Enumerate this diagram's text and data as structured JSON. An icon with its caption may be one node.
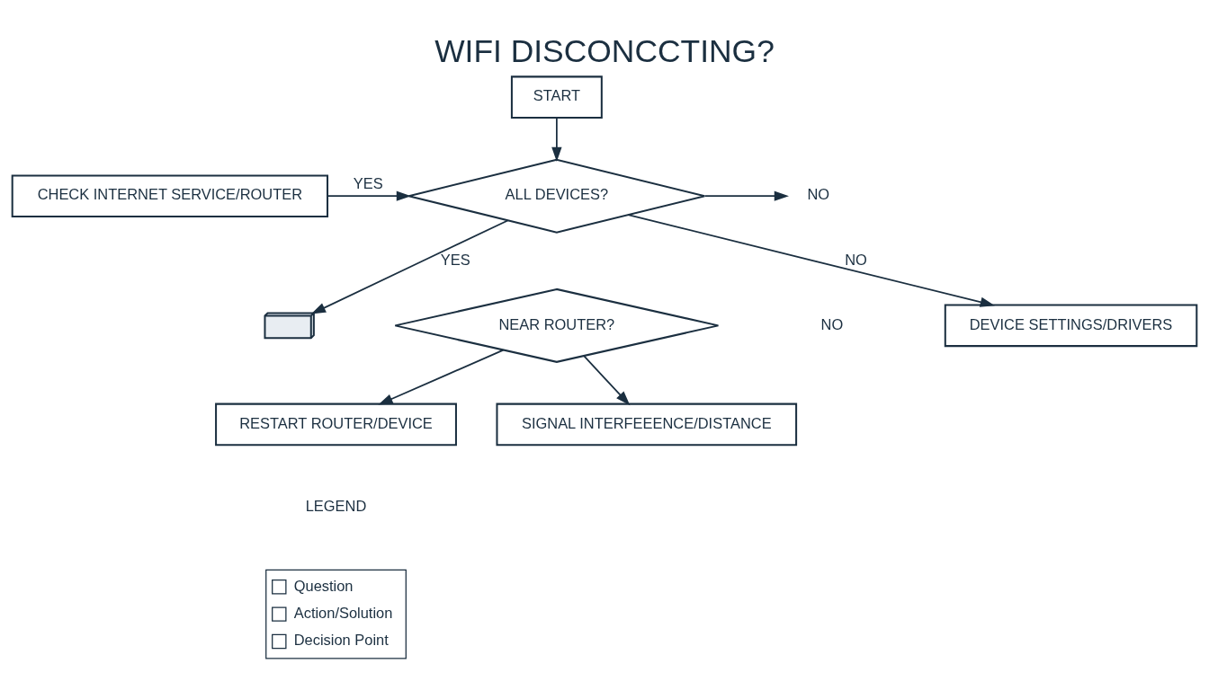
{
  "diagram": {
    "title": "WIFI DISCONCCTING?",
    "nodes": [
      {
        "text": [
          "START"
        ]
      },
      {
        "text": [
          "CHECK INTERNET SERVICE/ROUTER"
        ]
      },
      {
        "text": [
          "ALL DEVICES?"
        ]
      },
      {
        "text": [
          "NO"
        ]
      },
      {
        "text": [],
        "shape": "picture"
      },
      {
        "text": [
          "NEAR ROUTER?"
        ]
      },
      {
        "text": [
          "DEVICE SETTINGS/DRIVERS"
        ]
      },
      {
        "text": [
          "RESTART ROUTER/DEVICE"
        ]
      },
      {
        "text": [
          "SIGNAL INTERFEEENCE/DISTANCE"
        ]
      }
    ],
    "edges": [
      {
        "from": 0,
        "to": 2,
        "arrow": "to"
      },
      {
        "from": 1,
        "to": 2,
        "arrow": "to",
        "label": "YES"
      },
      {
        "from": 2,
        "to": 3,
        "arrow": "to"
      },
      {
        "from": 2,
        "to": 4,
        "arrow": "to",
        "label": "YES"
      },
      {
        "from": 2,
        "to": 6,
        "arrow": "to",
        "label": "NO"
      },
      {
        "from": 5,
        "to": 7,
        "arrow": "to"
      },
      {
        "from": 5,
        "to": 8,
        "arrow": "to"
      }
    ],
    "labels": [
      "NO",
      "LEGEND"
    ],
    "legend": [
      {
        "text": "Question"
      },
      {
        "text": "Action/Solution"
      },
      {
        "text": "Decision Point"
      }
    ]
  }
}
